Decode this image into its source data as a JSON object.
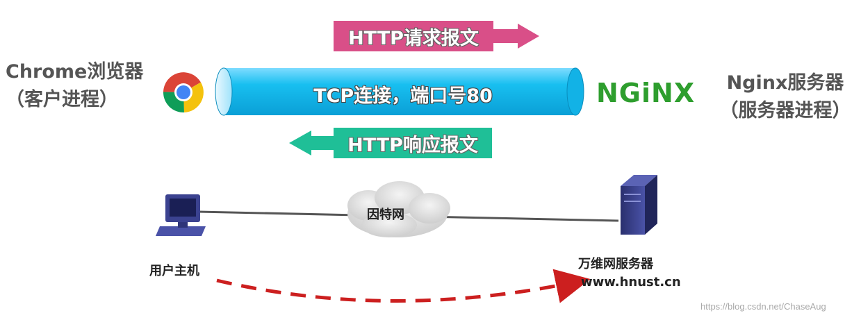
{
  "client": {
    "name": "Chrome浏览器",
    "role": "（客户进程）",
    "icon": "chrome-icon"
  },
  "server": {
    "name": "Nginx服务器",
    "role": "（服务器进程）",
    "logo_text": "NGiNX"
  },
  "tcp": {
    "label": "TCP连接，端口号80"
  },
  "request": {
    "label": "HTTP请求报文",
    "color": "#d94f88"
  },
  "response": {
    "label": "HTTP响应报文",
    "color": "#1fbf97"
  },
  "network": {
    "cloud_label": "因特网",
    "user_host_label": "用户主机",
    "web_server_label": "万维网服务器",
    "web_server_domain": "www.hnust.cn"
  },
  "watermark": "https://blog.csdn.net/ChaseAug"
}
